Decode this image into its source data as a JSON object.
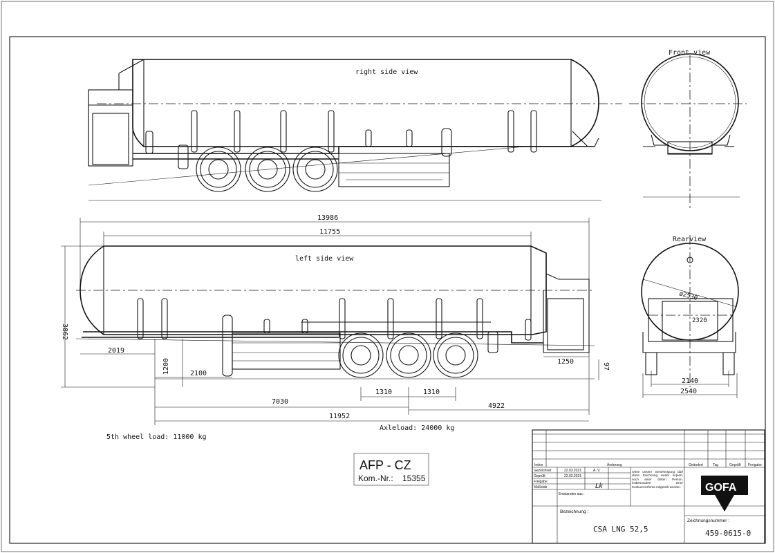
{
  "views": {
    "right_side": "right side view",
    "left_side": "left side view",
    "front": "Front view",
    "rear": "Rearview"
  },
  "dimensions": {
    "overall_length": "13986",
    "tank_length": "11755",
    "height": "3862",
    "front_overhang": "2019",
    "kingpin_height": "1200",
    "d2100": "2100",
    "rear_overhang": "1250",
    "d97": "97",
    "axle_spacing_1": "1310",
    "axle_spacing_2": "1310",
    "d7030": "7030",
    "d4922": "4922",
    "d11952": "11952",
    "tank_diameter": "ø2530",
    "d2320": "2320",
    "track_width": "2140",
    "overall_width": "2540"
  },
  "loads": {
    "axleload": "Axleload: 24000 kg",
    "fifth_wheel": "5th wheel load: 11000 kg"
  },
  "stamp": {
    "code": "AFP - CZ",
    "kom_label": "Kom.-Nr.:",
    "kom_value": "15355"
  },
  "title_block": {
    "index": "Index",
    "aenderung": "Änderung",
    "geaendert": "Geändert",
    "tag": "Tag",
    "geprueft_h": "Geprüft",
    "freigabe_h": "Freigabe",
    "gezeichnet": "Gezeichnet",
    "geprueft": "Geprüft",
    "freigabe": "Freigabe",
    "massstab": "Maßstab",
    "date1": "22.03.2021",
    "date2": "22.03.2021",
    "initials": "A. V.",
    "signature": "Lk",
    "entstanden_aus": "Entstanden aus :",
    "notice": "Ohne unsere Genehmigung darf diese Zeichnung weder kopiert, noch einer dritten Person, insbesondere einer Konkurrenzfirma mitgeteilt werden.",
    "bezeichnung_label": "Bezeichnung :",
    "bezeichnung": "CSA LNG 52,5",
    "zeichnungsnummer_label": "Zeichnungsnummer :",
    "zeichnungsnummer": "459-0615-0",
    "logo": "GOFA"
  }
}
